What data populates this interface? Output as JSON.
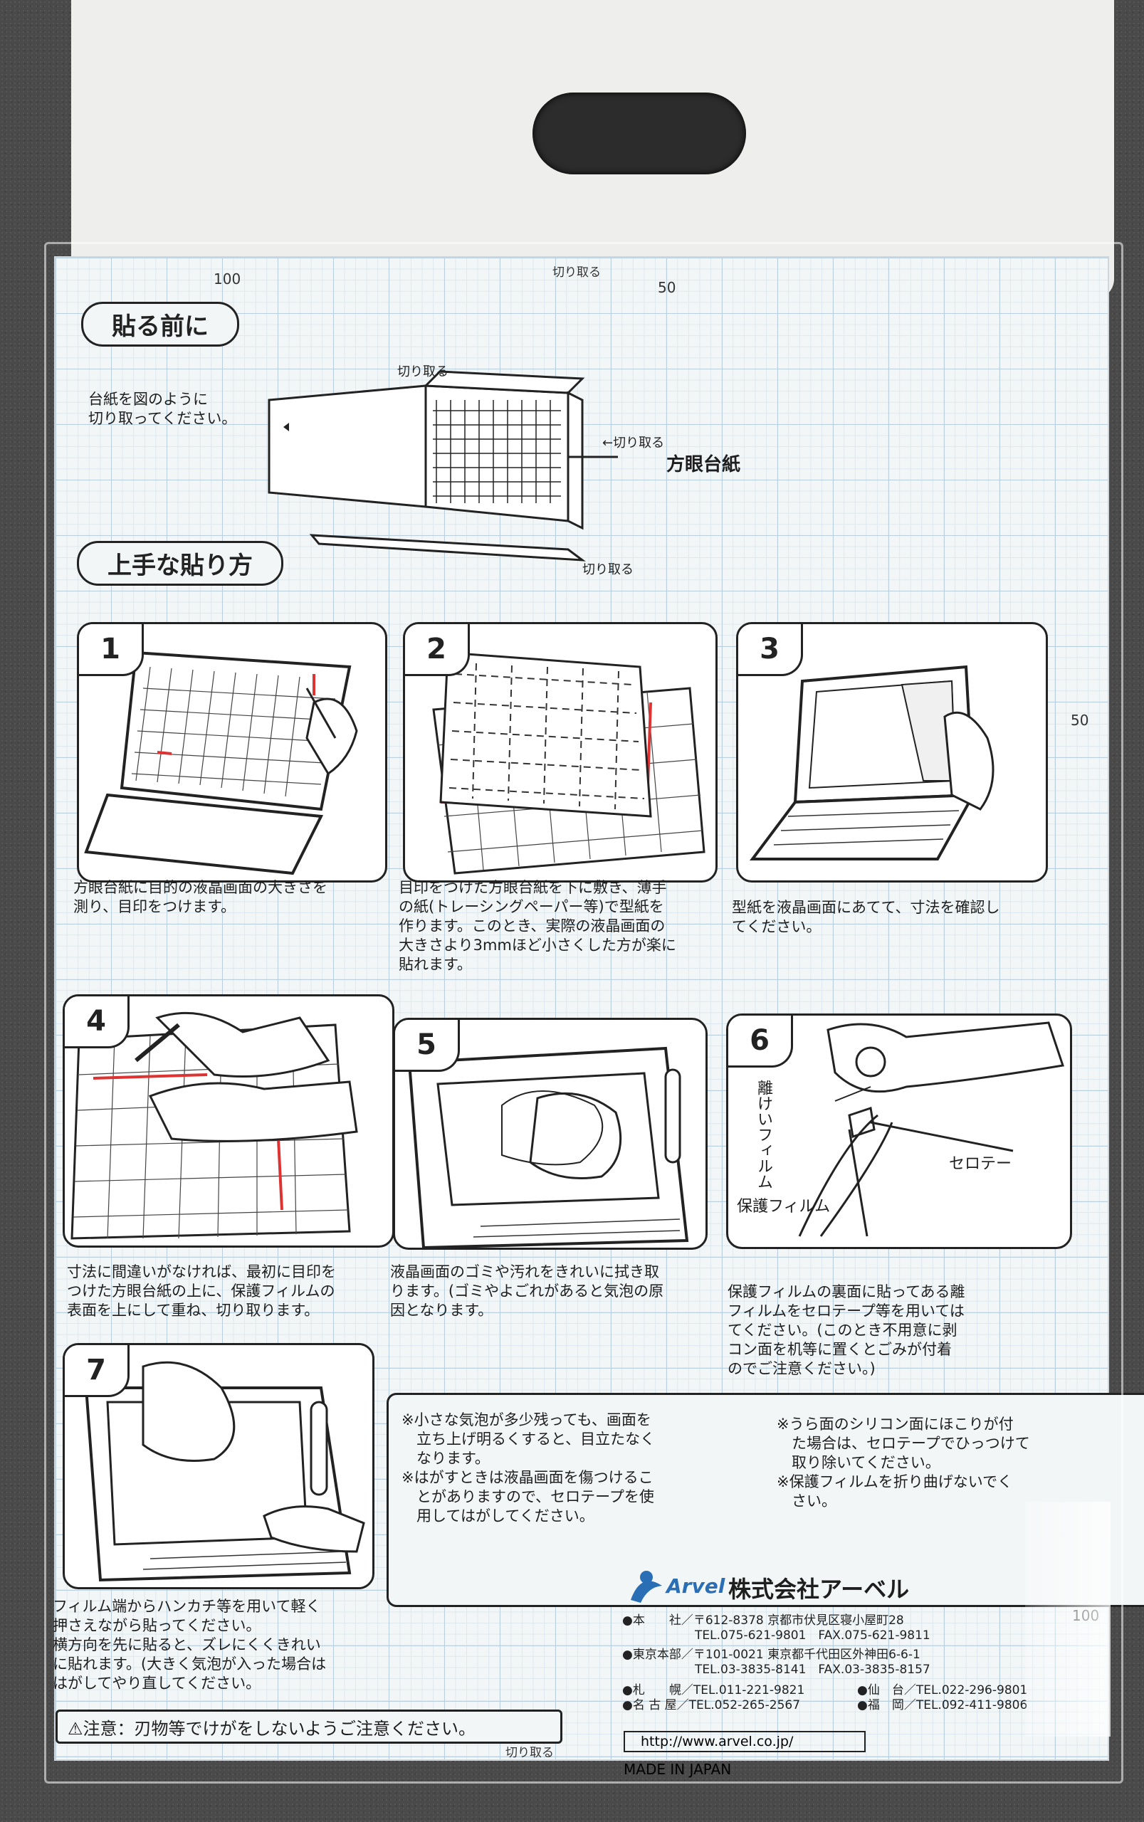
{
  "scale": {
    "top_100": "100",
    "top_cut": "切り取る",
    "top_50": "50",
    "right_50": "50",
    "right_100": "100",
    "bottom_cut": "切り取る"
  },
  "before": {
    "heading": "貼る前に",
    "instruction": [
      "台紙を図のように",
      "切り取ってください。"
    ],
    "cut_label_top": "切り取る",
    "cut_label_right": "←切り取る",
    "cut_label_bottom": "切り取る",
    "grid_label": "方眼台紙"
  },
  "howto": {
    "heading": "上手な貼り方"
  },
  "steps": [
    {
      "num": "1",
      "text": [
        "方眼台紙に目的の液晶画面の大きさを",
        "測り、目印をつけます。"
      ]
    },
    {
      "num": "2",
      "text": [
        "目印をつけた方眼台紙を下に敷き、薄手",
        "の紙(トレーシングペーパー等)で型紙を",
        "作ります。このとき、実際の液晶画面の",
        "大きさより3mmほど小さくした方が楽に",
        "貼れます。"
      ]
    },
    {
      "num": "3",
      "text": [
        "型紙を液晶画面にあてて、寸法を確認し",
        "てください。"
      ]
    },
    {
      "num": "4",
      "text": [
        "寸法に間違いがなければ、最初に目印を",
        "つけた方眼台紙の上に、保護フィルムの",
        "表面を上にして重ね、切り取ります。"
      ]
    },
    {
      "num": "5",
      "text": [
        "液晶画面のゴミや汚れをきれいに拭き取",
        "ります。(ゴミやよごれがあると気泡の原",
        "因となります。"
      ]
    },
    {
      "num": "6",
      "text": [
        "保護フィルムの裏面に貼ってある離",
        "フィルムをセロテープ等を用いては",
        "てください。(このとき不用意に剥",
        "コン面を机等に置くとごみが付着",
        "のでご注意ください。)"
      ],
      "label_release": "離けいフィルム",
      "label_tape": "セロテー",
      "label_film": "保護フィルム"
    },
    {
      "num": "7",
      "text": [
        "フィルム端からハンカチ等を用いて軽く",
        "押さえながら貼ってください。",
        "横方向を先に貼ると、ズレにくくきれい",
        "に貼れます。(大きく気泡が入った場合は",
        "はがしてやり直してください。"
      ]
    }
  ],
  "notes": {
    "left": [
      "※小さな気泡が多少残っても、画面を",
      "　立ち上げ明るくすると、目立たなく",
      "　なります。",
      "※はがすときは液晶画面を傷つけるこ",
      "　とがありますので、セロテープを使",
      "　用してはがしてください。"
    ],
    "right": [
      "※うら面のシリコン面にほこりが付",
      "　た場合は、セロテープでひっつけて",
      "　取り除いてください。",
      "※保護フィルムを折り曲げないでく",
      "　さい。"
    ]
  },
  "caution": "⚠注意：刃物等でけがをしないようご注意ください。",
  "company": {
    "brand": "Arvel",
    "name": "株式会社アーベル",
    "head_office": [
      "●本　　社／〒612-8378 京都市伏見区寝小屋町28",
      "　　　　　　TEL.075-621-9801　FAX.075-621-9811"
    ],
    "tokyo": [
      "●東京本部／〒101-0021 東京都千代田区外神田6-6-1",
      "　　　　　　TEL.03-3835-8141　FAX.03-3835-8157"
    ],
    "sapporo": "●札　　幌／TEL.011-221-9821",
    "nagoya": "●名 古 屋／TEL.052-265-2567",
    "sendai": "●仙　台／TEL.022-296-9801",
    "fukuoka": "●福　岡／TEL.092-411-9806",
    "url": "http://www.arvel.co.jp/",
    "made_in": "MADE IN JAPAN"
  }
}
